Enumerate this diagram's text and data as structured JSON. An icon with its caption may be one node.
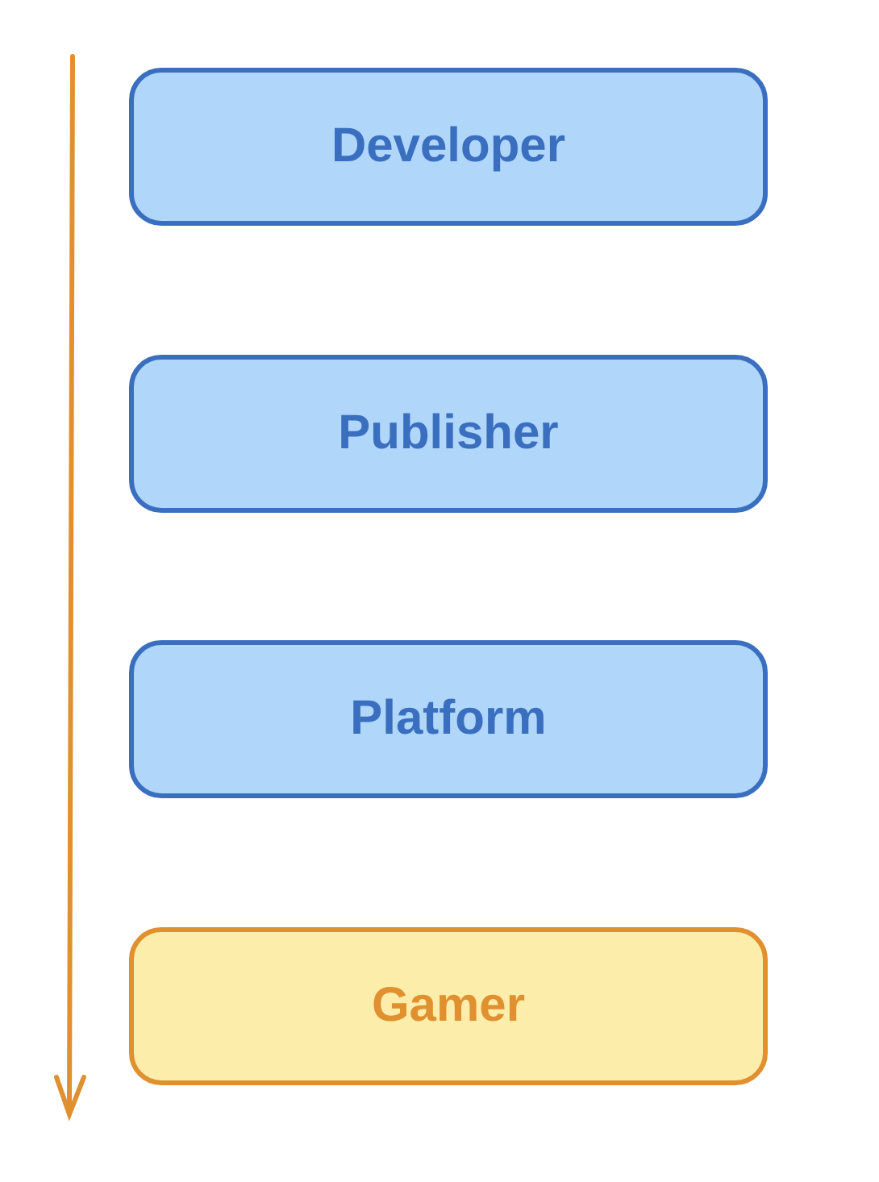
{
  "diagram": {
    "nodes": [
      {
        "text": [
          "Developer"
        ]
      },
      {
        "text": [
          "Publisher"
        ]
      },
      {
        "text": [
          "Platform"
        ]
      },
      {
        "text": [
          "Gamer"
        ]
      }
    ]
  }
}
